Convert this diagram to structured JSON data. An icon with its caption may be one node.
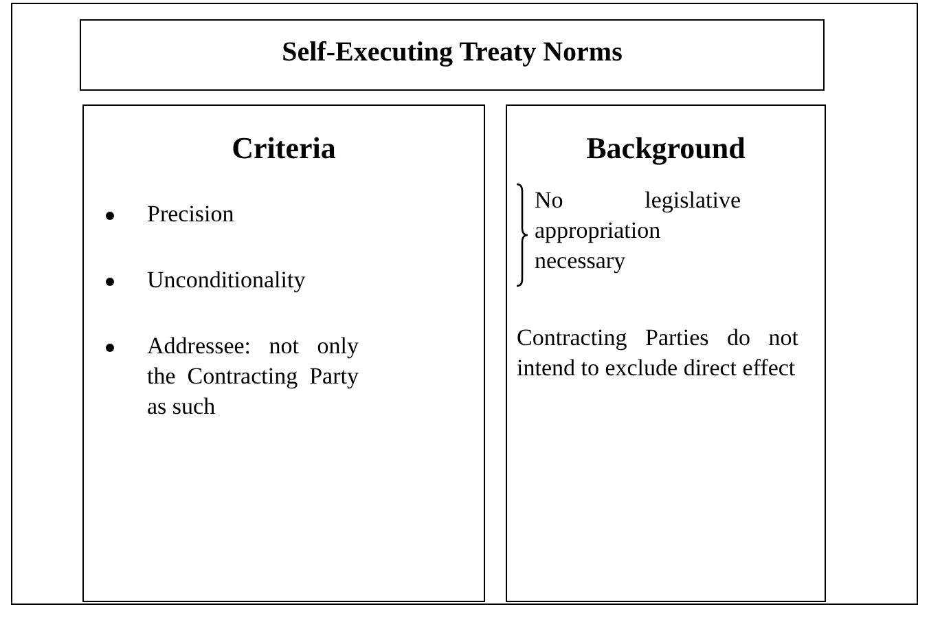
{
  "diagram": {
    "nodes": [
      {
        "text": [],
        "shape": "box"
      },
      {
        "text": [
          "Self-Executing Treaty Norms"
        ],
        "in": 0
      },
      {
        "text": [
          "Criteria",
          "Precision",
          "Unconditionality",
          "Addressee: not only the Contracting Party as such"
        ],
        "in": 0
      },
      {
        "text": [
          "Background",
          "No legislative appropriation necessary",
          "Contracting Parties do not intend to exclude direct effect"
        ],
        "in": 0
      }
    ],
    "edges": []
  }
}
